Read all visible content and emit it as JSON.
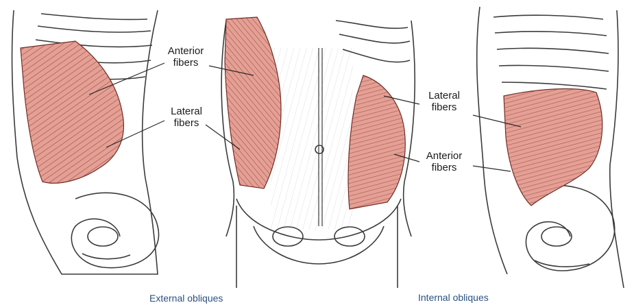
{
  "labels": {
    "left_anterior": "Anterior\nfibers",
    "left_lateral": "Lateral\nfibers",
    "right_lateral": "Lateral\nfibers",
    "right_anterior": "Anterior\nfibers"
  },
  "captions": {
    "external": "External obliques",
    "internal": "Internal obliques"
  },
  "colors": {
    "muscle": "#e5a095",
    "muscle_dark": "#8e3b34",
    "line": "#3a3a3a",
    "caption": "#2b4f82"
  }
}
